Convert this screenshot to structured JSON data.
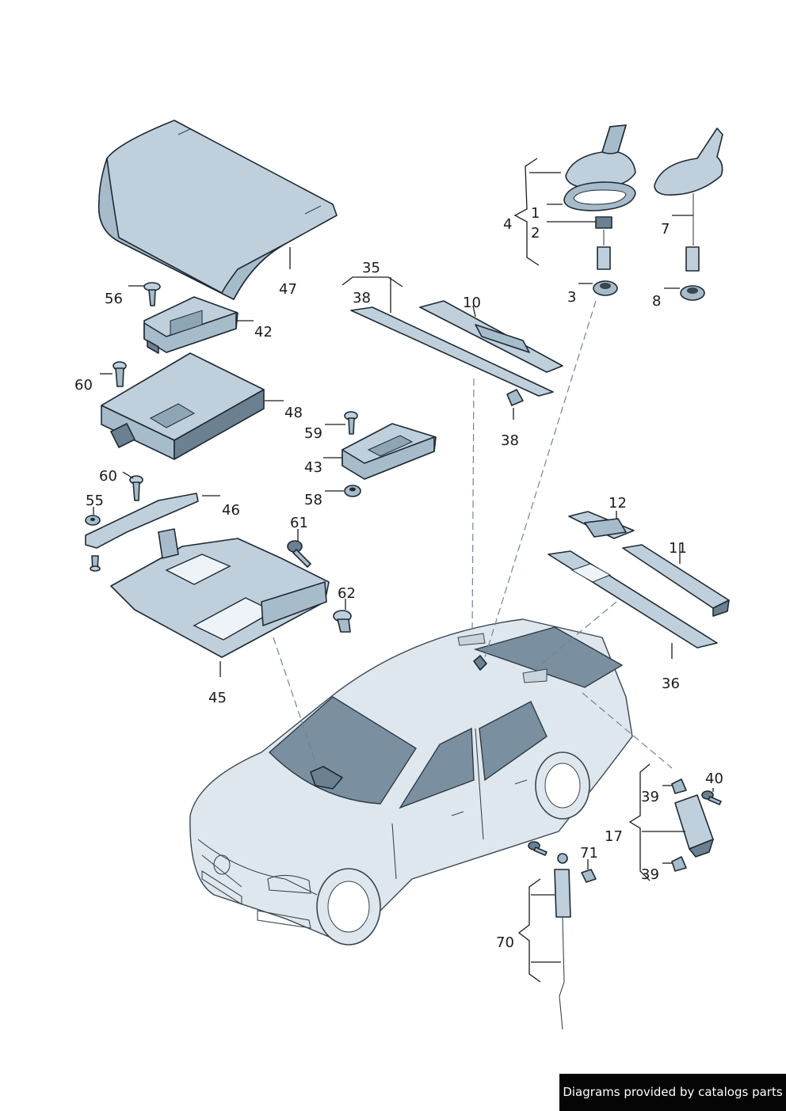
{
  "labels": {
    "l1": "1",
    "l2": "2",
    "l3": "3",
    "l4": "4",
    "l7": "7",
    "l8": "8",
    "l10": "10",
    "l11": "11",
    "l12": "12",
    "l17": "17",
    "l35": "35",
    "l36": "36",
    "l38a": "38",
    "l38b": "38",
    "l39a": "39",
    "l39b": "39",
    "l40": "40",
    "l42": "42",
    "l43": "43",
    "l45": "45",
    "l46": "46",
    "l47": "47",
    "l48": "48",
    "l55": "55",
    "l56": "56",
    "l58": "58",
    "l59": "59",
    "l60a": "60",
    "l60b": "60",
    "l61": "61",
    "l62": "62",
    "l70": "70",
    "l71": "71"
  },
  "watermark": "Diagrams provided by catalogs parts"
}
